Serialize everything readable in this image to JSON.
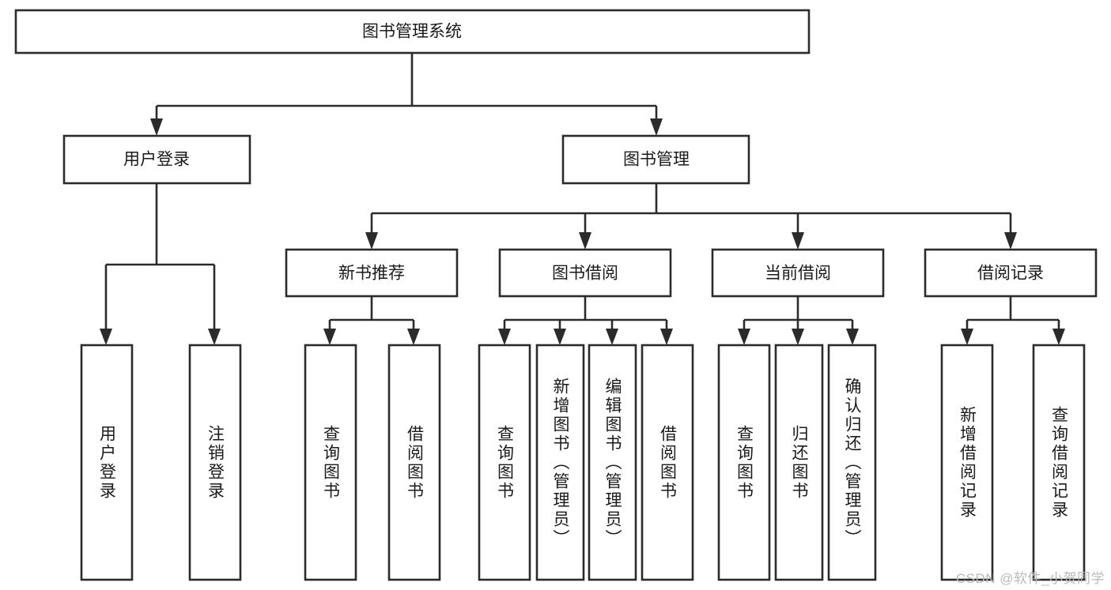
{
  "diagram": {
    "type": "tree-hierarchy",
    "title": "图书管理系统",
    "root": {
      "id": "root",
      "label": "图书管理系统"
    },
    "level2": [
      {
        "id": "user-login",
        "label": "用户登录"
      },
      {
        "id": "book-manage",
        "label": "图书管理"
      }
    ],
    "level3": [
      {
        "id": "new-book-recommend",
        "label": "新书推荐",
        "parent": "book-manage"
      },
      {
        "id": "book-borrow",
        "label": "图书借阅",
        "parent": "book-manage"
      },
      {
        "id": "current-borrow",
        "label": "当前借阅",
        "parent": "book-manage"
      },
      {
        "id": "borrow-record",
        "label": "借阅记录",
        "parent": "book-manage"
      }
    ],
    "leaves": [
      {
        "id": "leaf-user-login",
        "label": "用户登录",
        "parent": "user-login"
      },
      {
        "id": "leaf-user-logout",
        "label": "注销登录",
        "parent": "user-login"
      },
      {
        "id": "leaf-query-book-1",
        "label": "查询图书",
        "parent": "new-book-recommend"
      },
      {
        "id": "leaf-borrow-book-1",
        "label": "借阅图书",
        "parent": "new-book-recommend"
      },
      {
        "id": "leaf-query-book-2",
        "label": "查询图书",
        "parent": "book-borrow"
      },
      {
        "id": "leaf-add-book",
        "label": "新增图书（管理员）",
        "parent": "book-borrow"
      },
      {
        "id": "leaf-edit-book",
        "label": "编辑图书（管理员）",
        "parent": "book-borrow"
      },
      {
        "id": "leaf-borrow-book-2",
        "label": "借阅图书",
        "parent": "book-borrow"
      },
      {
        "id": "leaf-query-book-3",
        "label": "查询图书",
        "parent": "current-borrow"
      },
      {
        "id": "leaf-return-book",
        "label": "归还图书",
        "parent": "current-borrow"
      },
      {
        "id": "leaf-confirm-return",
        "label": "确认归还（管理员）",
        "parent": "current-borrow"
      },
      {
        "id": "leaf-add-record",
        "label": "新增借阅记录",
        "parent": "borrow-record"
      },
      {
        "id": "leaf-query-record",
        "label": "查询借阅记录",
        "parent": "borrow-record"
      }
    ],
    "colors": {
      "stroke": "#2b2b2b",
      "fill": "#ffffff",
      "text": "#1a1a1a",
      "watermark": "#b9b9b9"
    }
  },
  "watermark": {
    "text": "CSDN @软件_小贺同学"
  }
}
